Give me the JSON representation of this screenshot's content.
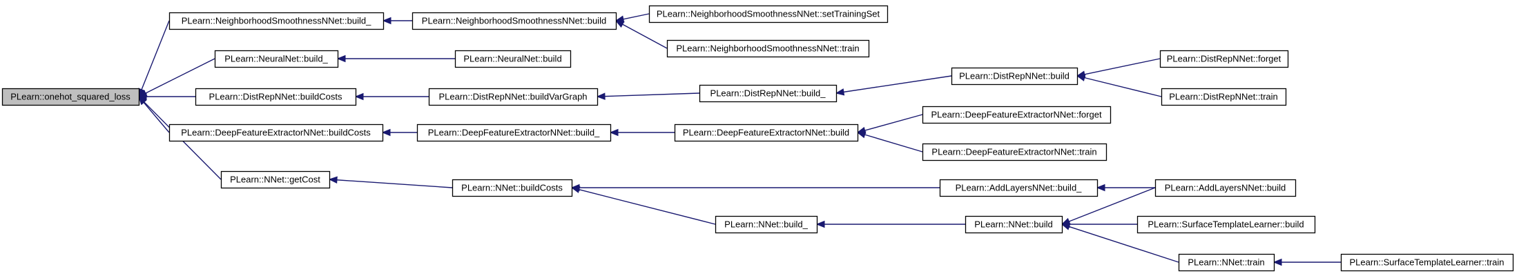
{
  "graph": {
    "root": "PLearn::onehot_squared_loss",
    "nodes": [
      {
        "id": "onehot",
        "label": "PLearn::onehot_squared_loss"
      },
      {
        "id": "nsnn_build_",
        "label": "PLearn::NeighborhoodSmoothnessNNet::build_"
      },
      {
        "id": "nsnn_build",
        "label": "PLearn::NeighborhoodSmoothnessNNet::build"
      },
      {
        "id": "nsnn_setTrainingSet",
        "label": "PLearn::NeighborhoodSmoothnessNNet::setTrainingSet"
      },
      {
        "id": "nsnn_train",
        "label": "PLearn::NeighborhoodSmoothnessNNet::train"
      },
      {
        "id": "neuralnet_build_",
        "label": "PLearn::NeuralNet::build_"
      },
      {
        "id": "neuralnet_build",
        "label": "PLearn::NeuralNet::build"
      },
      {
        "id": "distrep_buildCosts",
        "label": "PLearn::DistRepNNet::buildCosts"
      },
      {
        "id": "distrep_buildVarGraph",
        "label": "PLearn::DistRepNNet::buildVarGraph"
      },
      {
        "id": "distrep_build_",
        "label": "PLearn::DistRepNNet::build_"
      },
      {
        "id": "distrep_build",
        "label": "PLearn::DistRepNNet::build"
      },
      {
        "id": "distrep_forget",
        "label": "PLearn::DistRepNNet::forget"
      },
      {
        "id": "distrep_train",
        "label": "PLearn::DistRepNNet::train"
      },
      {
        "id": "dfe_buildCosts",
        "label": "PLearn::DeepFeatureExtractorNNet::buildCosts"
      },
      {
        "id": "dfe_build_",
        "label": "PLearn::DeepFeatureExtractorNNet::build_"
      },
      {
        "id": "dfe_build",
        "label": "PLearn::DeepFeatureExtractorNNet::build"
      },
      {
        "id": "dfe_forget",
        "label": "PLearn::DeepFeatureExtractorNNet::forget"
      },
      {
        "id": "dfe_train",
        "label": "PLearn::DeepFeatureExtractorNNet::train"
      },
      {
        "id": "nnet_getCost",
        "label": "PLearn::NNet::getCost"
      },
      {
        "id": "nnet_buildCosts",
        "label": "PLearn::NNet::buildCosts"
      },
      {
        "id": "addlayers_build_",
        "label": "PLearn::AddLayersNNet::build_"
      },
      {
        "id": "addlayers_build",
        "label": "PLearn::AddLayersNNet::build"
      },
      {
        "id": "nnet_build_",
        "label": "PLearn::NNet::build_"
      },
      {
        "id": "nnet_build",
        "label": "PLearn::NNet::build"
      },
      {
        "id": "stl_build",
        "label": "PLearn::SurfaceTemplateLearner::build"
      },
      {
        "id": "nnet_train",
        "label": "PLearn::NNet::train"
      },
      {
        "id": "stl_train",
        "label": "PLearn::SurfaceTemplateLearner::train"
      }
    ],
    "edges": [
      {
        "from": "nsnn_build_",
        "to": "onehot"
      },
      {
        "from": "neuralnet_build_",
        "to": "onehot"
      },
      {
        "from": "distrep_buildCosts",
        "to": "onehot"
      },
      {
        "from": "dfe_buildCosts",
        "to": "onehot"
      },
      {
        "from": "nnet_getCost",
        "to": "onehot"
      },
      {
        "from": "nsnn_build",
        "to": "nsnn_build_"
      },
      {
        "from": "nsnn_setTrainingSet",
        "to": "nsnn_build"
      },
      {
        "from": "nsnn_train",
        "to": "nsnn_build"
      },
      {
        "from": "neuralnet_build",
        "to": "neuralnet_build_"
      },
      {
        "from": "distrep_buildVarGraph",
        "to": "distrep_buildCosts"
      },
      {
        "from": "distrep_build_",
        "to": "distrep_buildVarGraph"
      },
      {
        "from": "distrep_build",
        "to": "distrep_build_"
      },
      {
        "from": "distrep_forget",
        "to": "distrep_build"
      },
      {
        "from": "distrep_train",
        "to": "distrep_build"
      },
      {
        "from": "dfe_build_",
        "to": "dfe_buildCosts"
      },
      {
        "from": "dfe_build",
        "to": "dfe_build_"
      },
      {
        "from": "dfe_forget",
        "to": "dfe_build"
      },
      {
        "from": "dfe_train",
        "to": "dfe_build"
      },
      {
        "from": "nnet_buildCosts",
        "to": "nnet_getCost"
      },
      {
        "from": "addlayers_build_",
        "to": "nnet_buildCosts"
      },
      {
        "from": "nnet_build_",
        "to": "nnet_buildCosts"
      },
      {
        "from": "addlayers_build",
        "to": "addlayers_build_"
      },
      {
        "from": "nnet_build",
        "to": "nnet_build_"
      },
      {
        "from": "addlayers_build",
        "to": "nnet_build"
      },
      {
        "from": "stl_build",
        "to": "nnet_build"
      },
      {
        "from": "nnet_train",
        "to": "nnet_build"
      },
      {
        "from": "stl_train",
        "to": "nnet_train"
      }
    ],
    "colors": {
      "edge": "#191970",
      "node_border": "#000000",
      "node_fill": "#ffffff",
      "root_fill": "#bfbfbf"
    }
  }
}
